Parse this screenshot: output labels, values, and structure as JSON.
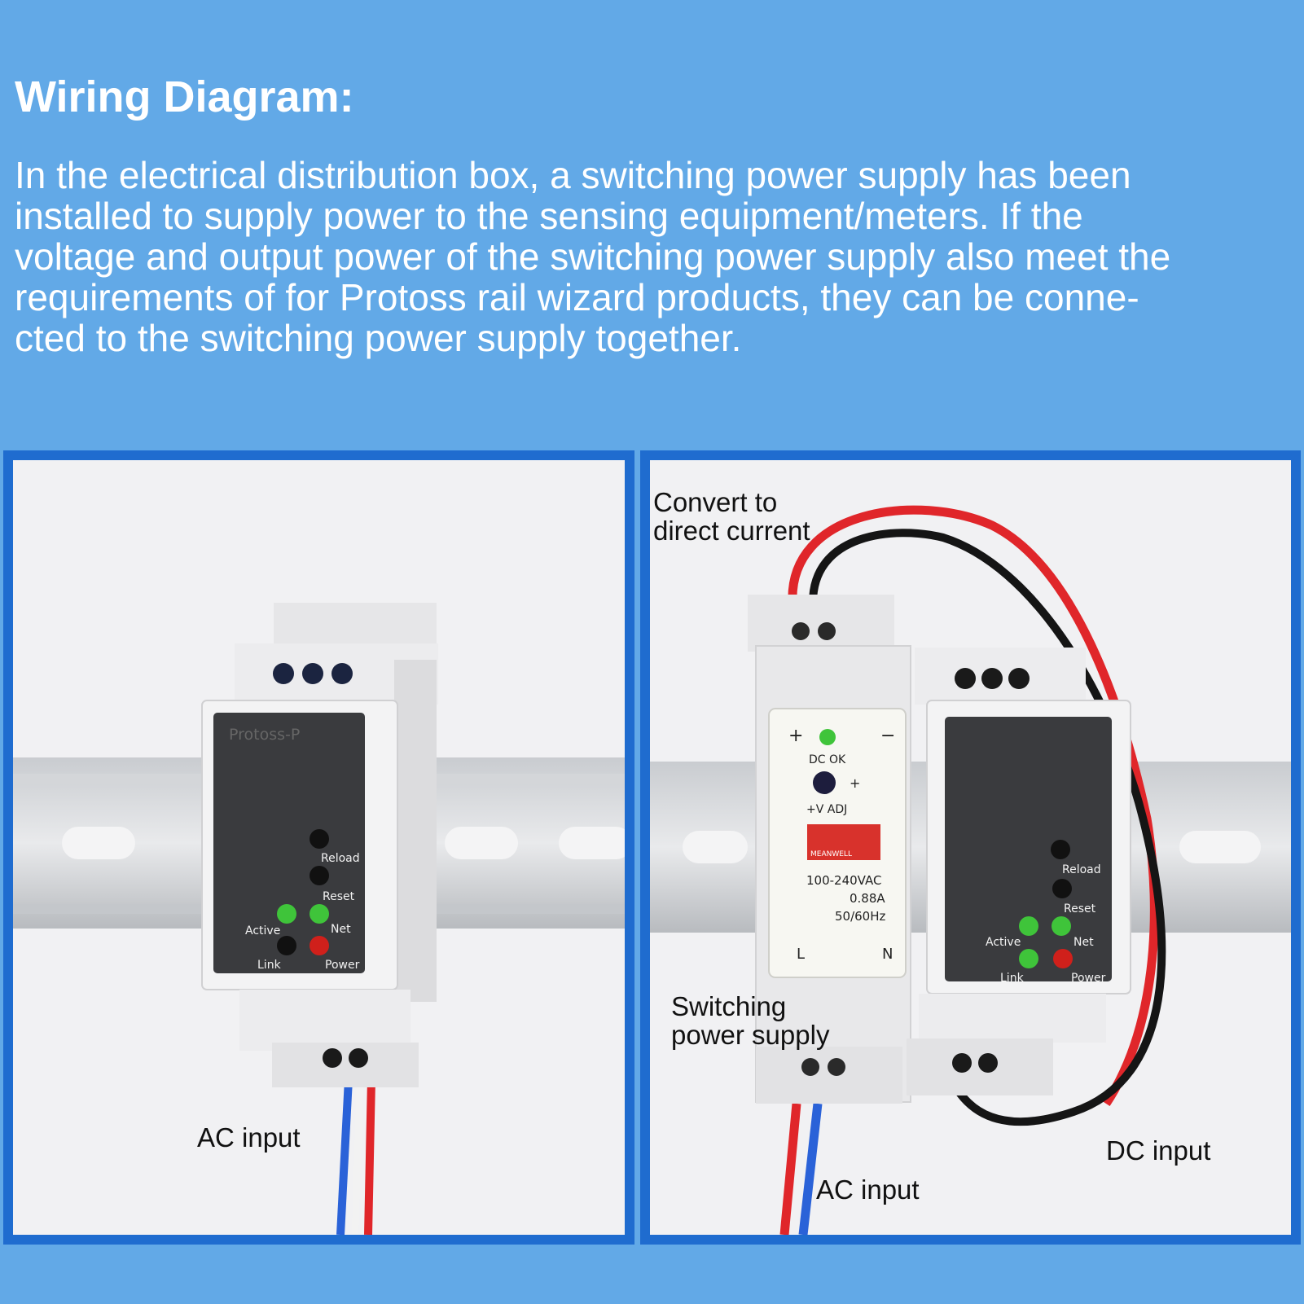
{
  "header": {
    "title": "Wiring Diagram:",
    "paragraph_lines": [
      "In the electrical distribution box, a switching power supply has been",
      "installed to supply power to the sensing equipment/meters. If the",
      "voltage and output power of the switching power supply also meet the",
      "requirements of for Protoss rail wizard products, they can be conne-",
      "cted to the switching power supply together."
    ]
  },
  "left_panel": {
    "ac_input_label": "AC input",
    "device": {
      "brand_text": "Protoss-P",
      "reload": "Reload",
      "reset": "Reset",
      "active": "Active",
      "net": "Net",
      "link": "Link",
      "power": "Power"
    }
  },
  "right_panel": {
    "convert_label_lines": [
      "Convert to",
      "direct current"
    ],
    "switching_label_lines": [
      "Switching",
      "power supply"
    ],
    "ac_input_label": "AC input",
    "dc_input_label": "DC input",
    "psu": {
      "plus": "+",
      "minus": "−",
      "dc_ok": "DC OK",
      "adj": "+V ADJ",
      "adj_plus": "+",
      "brand": "MEANWELL",
      "spec_voltage": "100-240VAC",
      "spec_current": "0.88A",
      "spec_freq": "50/60Hz",
      "terminal_l": "L",
      "terminal_n": "N"
    },
    "device": {
      "reload": "Reload",
      "reset": "Reset",
      "active": "Active",
      "net": "Net",
      "link": "Link",
      "power": "Power"
    }
  },
  "colors": {
    "background": "#62a9e7",
    "panel_border": "#1f6ccf",
    "led_green": "#3fc43a",
    "led_red": "#d0201b",
    "wire_red": "#e0262a",
    "wire_blue": "#2a62d8",
    "wire_black": "#151515"
  }
}
